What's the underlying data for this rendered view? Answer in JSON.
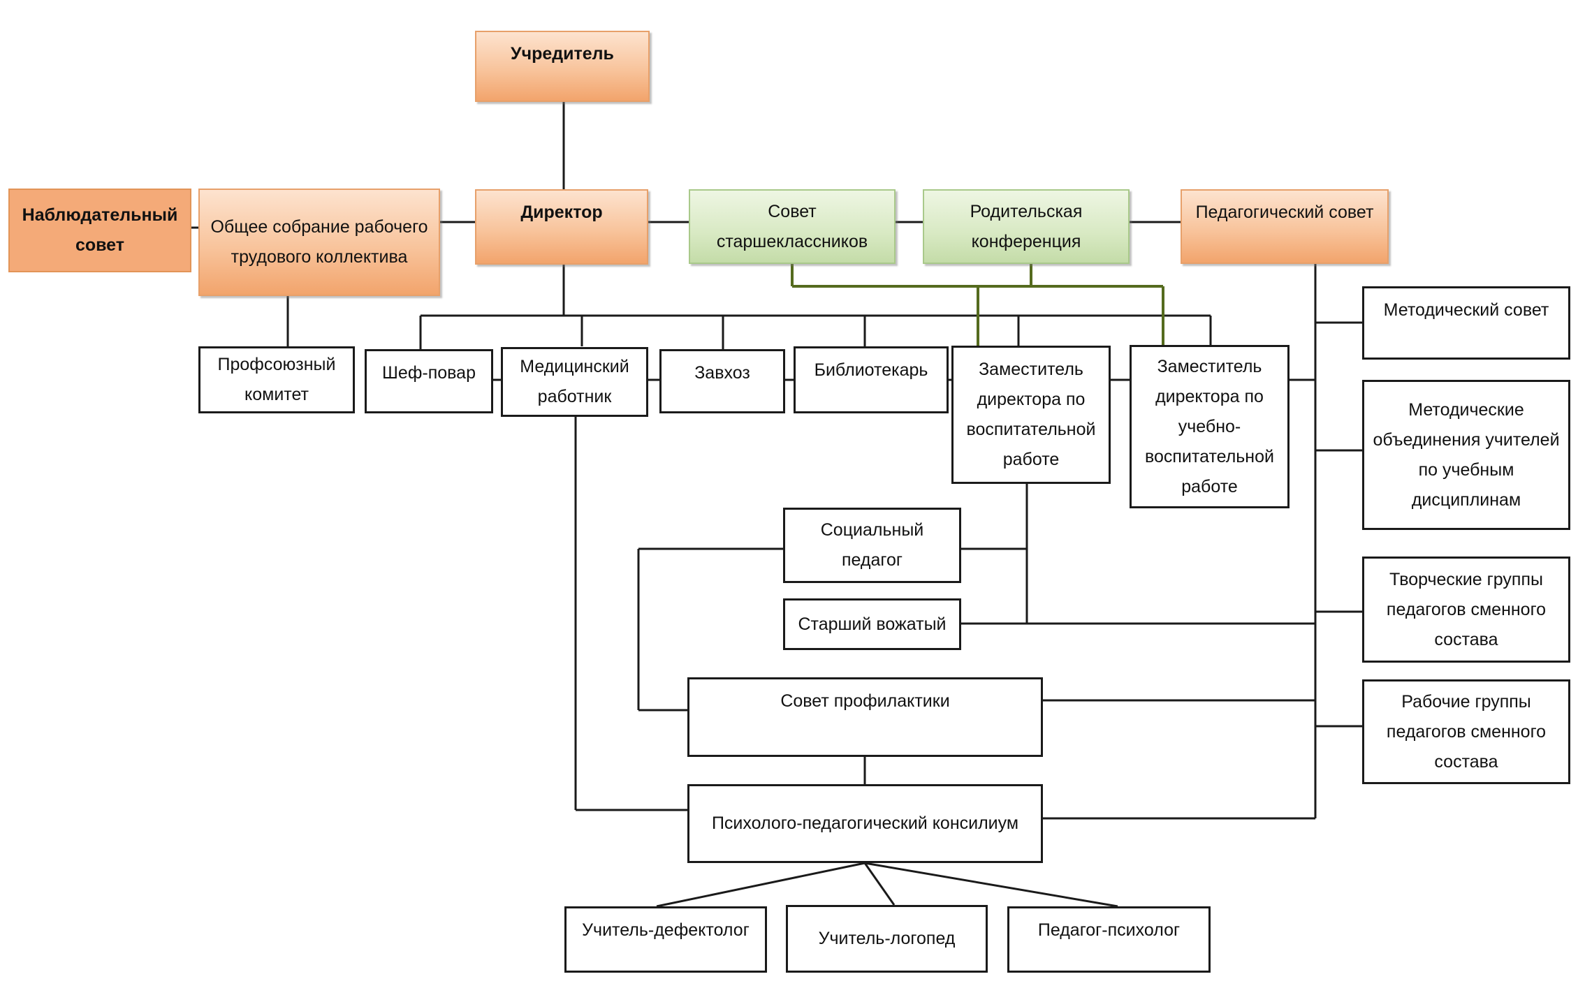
{
  "nodes": {
    "founder": "Учредитель",
    "director": "Директор",
    "supervisory_board": "Наблюдательный совет",
    "general_meeting": "Общее собрание рабочего трудового коллектива",
    "senior_council": "Совет старшеклассников",
    "parent_conference": "Родительская конференция",
    "ped_council": "Педагогический совет",
    "trade_union": "Профсоюзный комитет",
    "chef": "Шеф-повар",
    "medic": "Медицинский работник",
    "supply": "Завхоз",
    "librarian": "Библиотекарь",
    "deputy_edu": "Заместитель директора по воспитательной работе",
    "deputy_study": "Заместитель директора по учебно-воспитательной работе",
    "method_council": "Методический совет",
    "method_unions": "Методические объединения учителей по учебным дисциплинам",
    "creative_groups": "Творческие группы педагогов сменного состава",
    "work_groups": "Рабочие группы педагогов сменного состава",
    "social_teacher": "Социальный педагог",
    "senior_leader": "Старший вожатый",
    "prevention_council": "Совет профилактики",
    "ppk": "Психолого-педагогический консилиум",
    "defectologist": "Учитель-дефектолог",
    "speech_therapist": "Учитель-логопед",
    "psychologist": "Педагог-психолог"
  },
  "colors": {
    "orange": "#f8c49c",
    "green": "#d8e9c3",
    "green_line": "#556b1e",
    "line": "#1a1a1a"
  }
}
